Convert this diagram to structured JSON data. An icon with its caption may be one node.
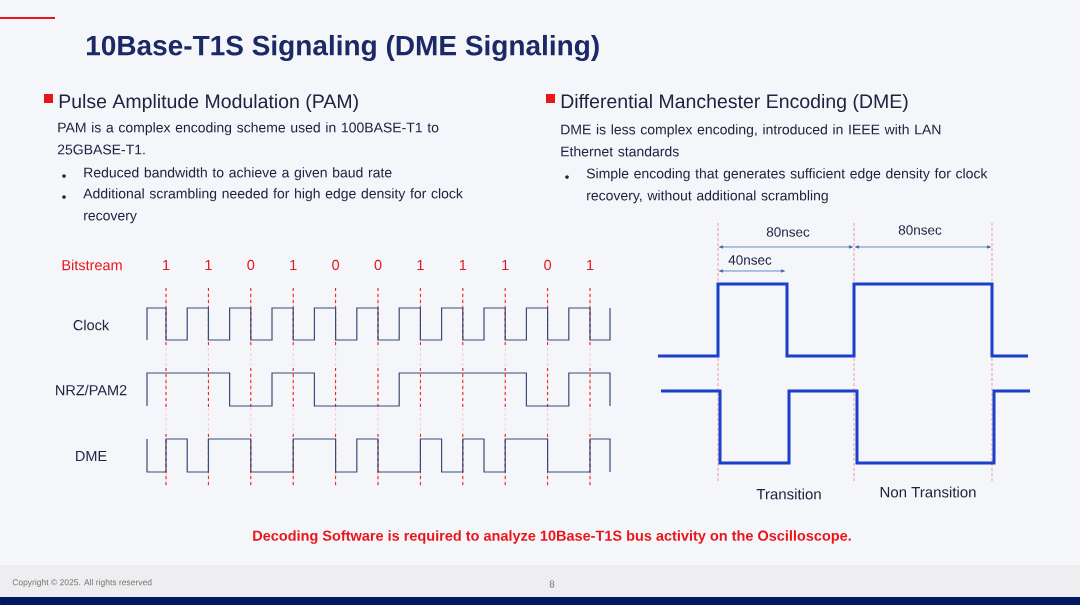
{
  "diagram": {
    "title": "10Base-T1S Signaling (DME Signaling)",
    "labels": [
      "Pulse Amplitude Modulation (PAM)",
      "PAM is a complex encoding scheme used in 100BASE-T1 to 25GBASE-T1.",
      "Reduced bandwidth to achieve a given baud rate",
      "Additional scrambling needed for high edge density for clock recovery",
      "Differential Manchester Encoding (DME)",
      "DME is less complex encoding, introduced in IEEE with LAN Ethernet standards",
      "Simple encoding that generates sufficient edge density for clock recovery, without additional scrambling",
      "Bitstream",
      "1",
      "1",
      "0",
      "1",
      "0",
      "0",
      "1",
      "1",
      "1",
      "0",
      "1",
      "Clock",
      "NRZ/PAM2",
      "DME",
      "80nsec",
      "80nsec",
      "40nsec",
      "Transition",
      "Non Transition",
      "Decoding Software is required to analyze 10Base-T1S bus activity on the Oscilloscope.",
      "Copyright © 2025. All rights reserved",
      "8"
    ]
  }
}
